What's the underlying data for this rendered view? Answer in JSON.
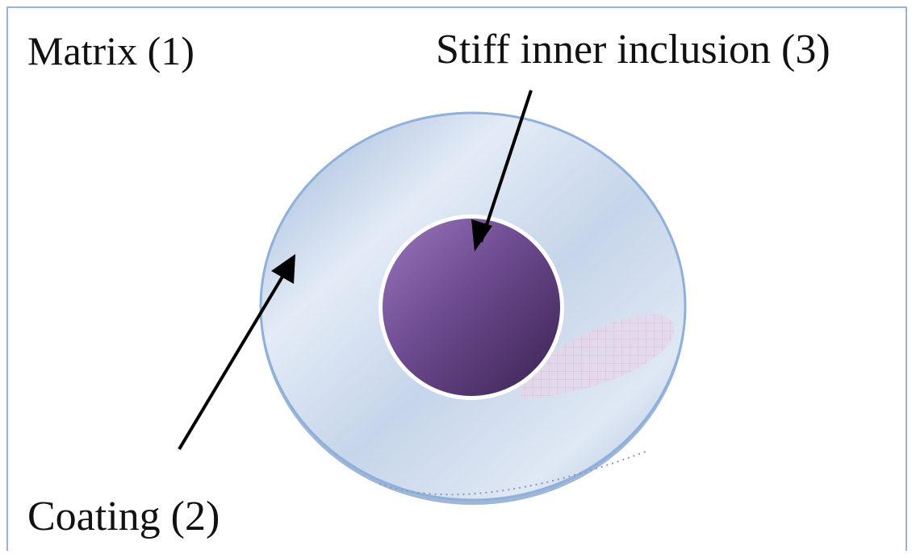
{
  "labels": {
    "matrix": "Matrix (1)",
    "inclusion": "Stiff inner inclusion (3)",
    "coating": "Coating (2)"
  },
  "colors": {
    "border": "#9fb2cf",
    "coating_fill_light": "#e8eef7",
    "coating_fill_dark": "#a9bfdf",
    "coating_outline": "#8fb0da",
    "inclusion_light": "#8f6ab0",
    "inclusion_dark": "#3b2450",
    "arrow": "#000000"
  }
}
